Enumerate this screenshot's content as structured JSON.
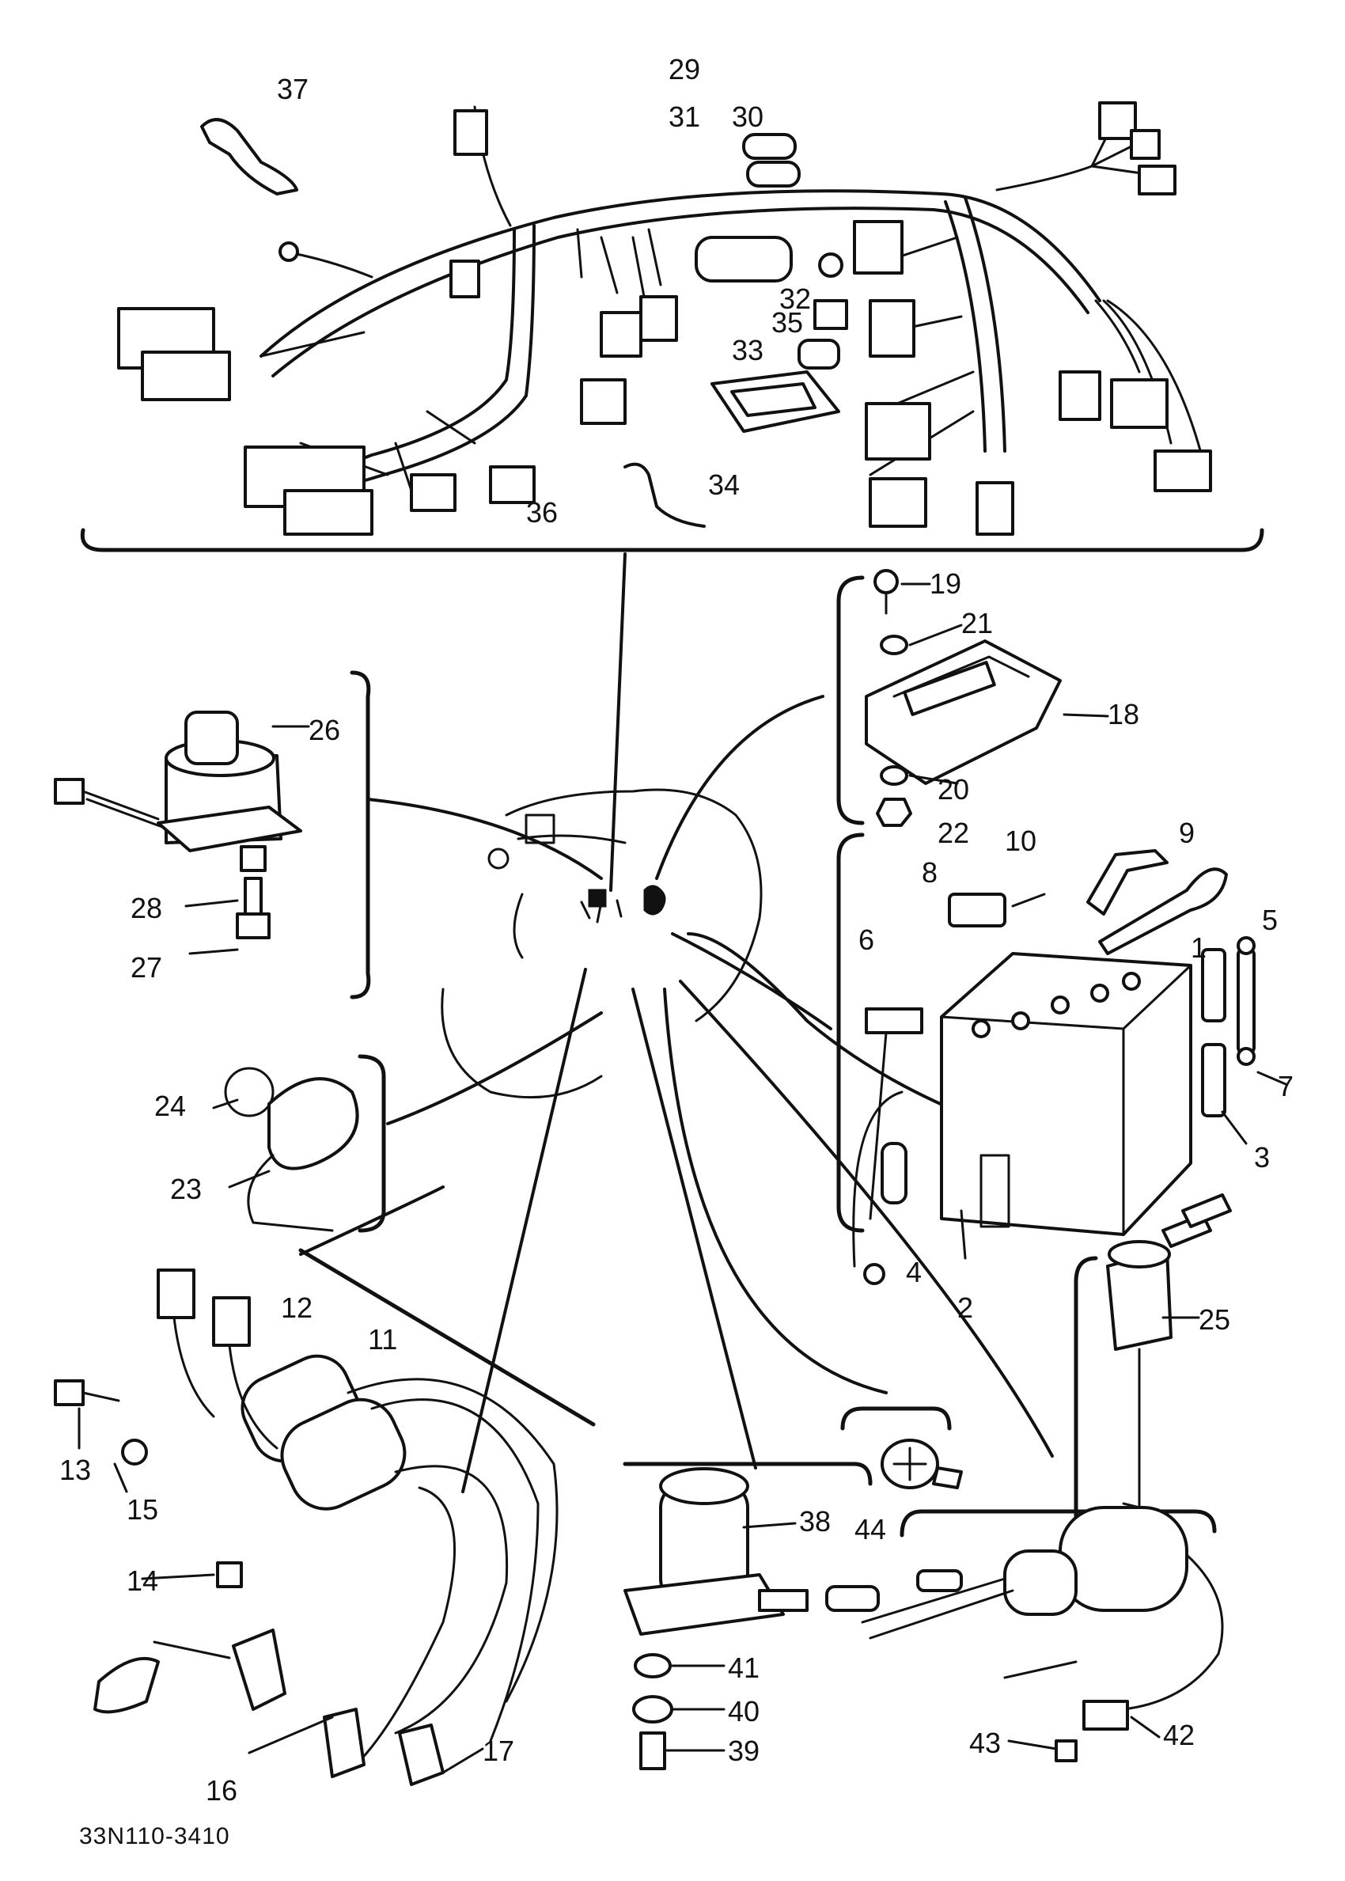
{
  "diagram": {
    "drawing_code": "33N110-3410",
    "callouts": [
      "1",
      "2",
      "3",
      "4",
      "5",
      "6",
      "7",
      "8",
      "9",
      "10",
      "11",
      "12",
      "13",
      "14",
      "15",
      "16",
      "17",
      "18",
      "19",
      "20",
      "21",
      "22",
      "23",
      "24",
      "25",
      "26",
      "27",
      "28",
      "29",
      "30",
      "31",
      "32",
      "33",
      "34",
      "35",
      "36",
      "37",
      "38",
      "39",
      "40",
      "41",
      "42",
      "43",
      "44"
    ],
    "colors": {
      "ink": "#111111",
      "paper": "#ffffff"
    }
  }
}
